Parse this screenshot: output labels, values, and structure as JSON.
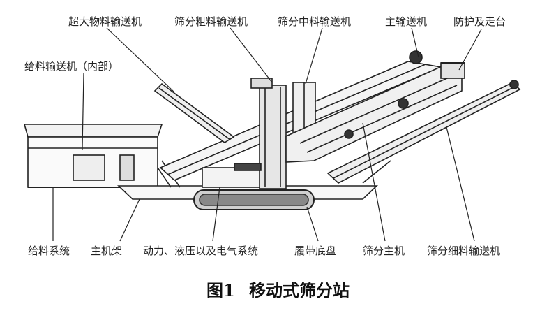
{
  "labels": {
    "oversize_conveyor": "超大物料输送机",
    "coarse_conveyor": "筛分粗料输送机",
    "medium_conveyor": "筛分中料输送机",
    "main_conveyor": "主输送机",
    "guard_platform": "防护及走台",
    "feeder_conveyor": "给料输送机（内部）",
    "feed_system": "给料系统",
    "main_frame": "主机架",
    "power_system": "动力、液压以及电气系统",
    "crawler_chassis": "履带底盘",
    "screen_main": "筛分主机",
    "fine_conveyor": "筛分细料输送机"
  },
  "caption": {
    "number": "图1",
    "title": "移动式筛分站"
  }
}
